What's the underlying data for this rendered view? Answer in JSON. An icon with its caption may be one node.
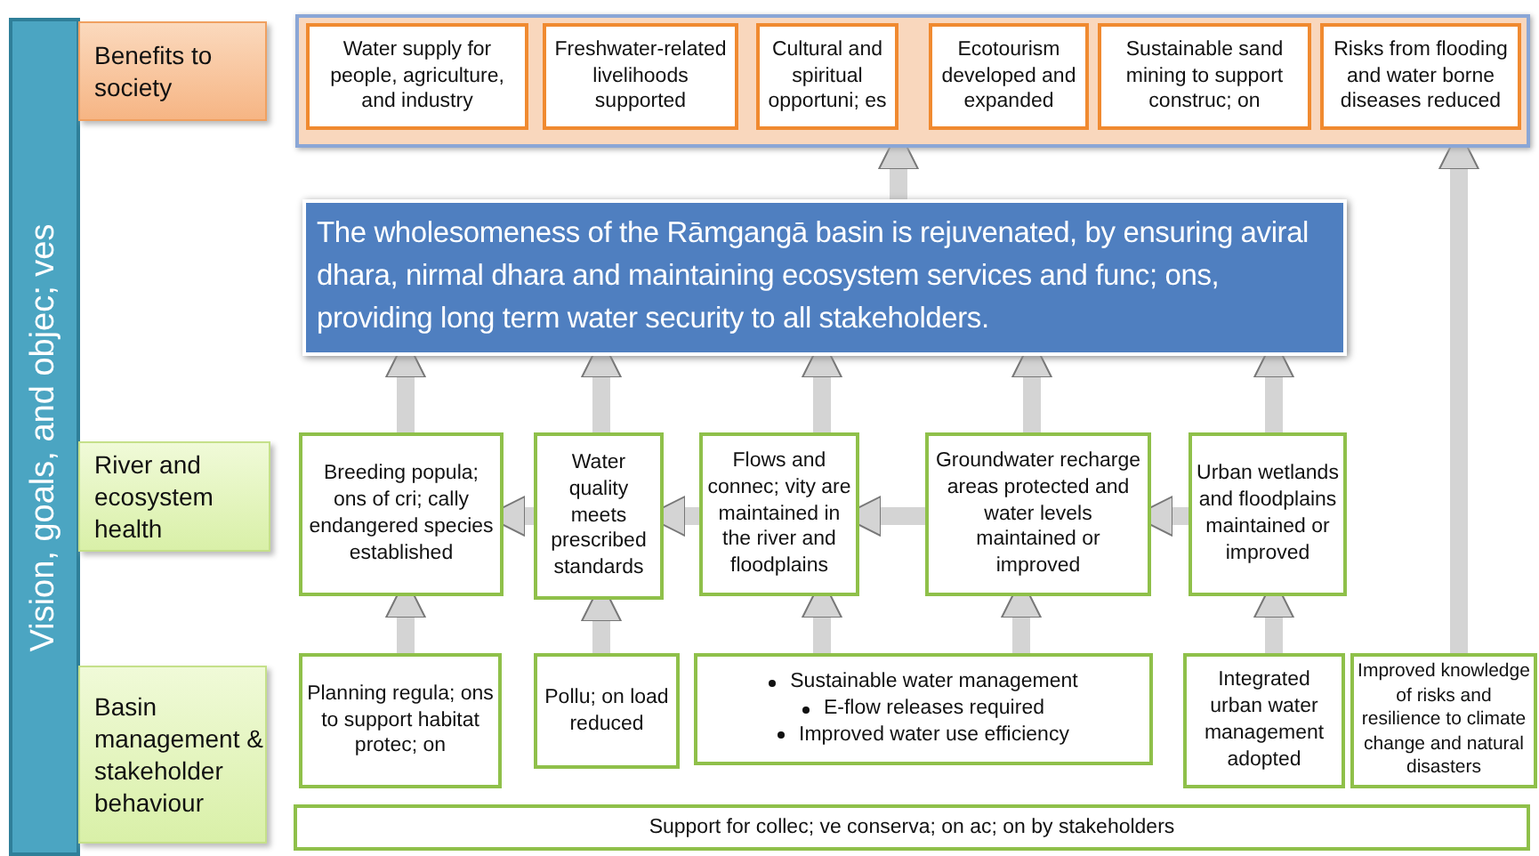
{
  "diagram": {
    "nodes": [
      {
        "text": [
          "Vision, goals, and objec; ves"
        ]
      },
      {
        "text": [
          "Benefits to society"
        ]
      },
      {
        "text": [],
        "shape": "box"
      },
      {
        "text": [
          "Water supply for people, agriculture, and industry"
        ],
        "in": 2
      },
      {
        "text": [
          "Freshwater-related livelihoods supported"
        ],
        "in": 2
      },
      {
        "text": [
          "Cultural and spiritual opportuni; es"
        ],
        "in": 2
      },
      {
        "text": [
          "Ecotourism developed and expanded"
        ],
        "in": 2
      },
      {
        "text": [
          "Sustainable sand mining to support construc; on"
        ],
        "in": 2
      },
      {
        "text": [
          "Risks from flooding and water borne diseases reduced"
        ],
        "in": 2
      },
      {
        "text": [
          "The wholesomeness of the Rāmgangā basin is rejuvenated, by ensuring aviral dhara, nirmal dhara and maintaining ecosystem services and func; ons, providing long term water security to all stakeholders."
        ]
      },
      {
        "text": [
          "River and ecosystem health"
        ]
      },
      {
        "text": [
          "Breeding popula; ons of cri; cally endangered species established"
        ]
      },
      {
        "text": [
          "Water quality meets prescribed standards"
        ]
      },
      {
        "text": [
          "Flows and connec; vity are maintained in the river and floodplains"
        ]
      },
      {
        "text": [
          "Groundwater recharge areas protected and water levels maintained or improved"
        ]
      },
      {
        "text": [
          "Urban wetlands and floodplains maintained or improved"
        ]
      },
      {
        "text": [
          "Basin management & stakeholder behaviour"
        ]
      },
      {
        "text": [
          "Planning regula; ons to support habitat protec; on"
        ]
      },
      {
        "text": [
          "Pollu; on load reduced"
        ]
      },
      {
        "text": [
          "Sustainable water management",
          "E-flow releases required",
          "Improved water use efficiency"
        ]
      },
      {
        "text": [
          "Integrated urban water management adopted"
        ]
      },
      {
        "text": [
          "Improved knowledge of risks and resilience to climate change and natural disasters"
        ]
      },
      {
        "text": [
          "Support for collec; ve conserva; on ac; on by stakeholders"
        ]
      }
    ],
    "edges": [
      {
        "from": 9,
        "to": 2,
        "arrow": "to"
      },
      {
        "from": 21,
        "to": 2,
        "arrow": "to"
      },
      {
        "from": 11,
        "to": 9,
        "arrow": "to"
      },
      {
        "from": 12,
        "to": 9,
        "arrow": "to"
      },
      {
        "from": 13,
        "to": 9,
        "arrow": "to"
      },
      {
        "from": 14,
        "to": 9,
        "arrow": "to"
      },
      {
        "from": 15,
        "to": 9,
        "arrow": "to"
      },
      {
        "from": 12,
        "to": 11,
        "arrow": "to"
      },
      {
        "from": 13,
        "to": 12,
        "arrow": "to"
      },
      {
        "from": 14,
        "to": 13,
        "arrow": "to"
      },
      {
        "from": 15,
        "to": 14,
        "arrow": "to"
      },
      {
        "from": 17,
        "to": 11,
        "arrow": "to"
      },
      {
        "from": 18,
        "to": 12,
        "arrow": "to"
      },
      {
        "from": 19,
        "to": 13,
        "arrow": "to"
      },
      {
        "from": 19,
        "to": 14,
        "arrow": "to"
      },
      {
        "from": 20,
        "to": 15,
        "arrow": "to"
      }
    ]
  }
}
